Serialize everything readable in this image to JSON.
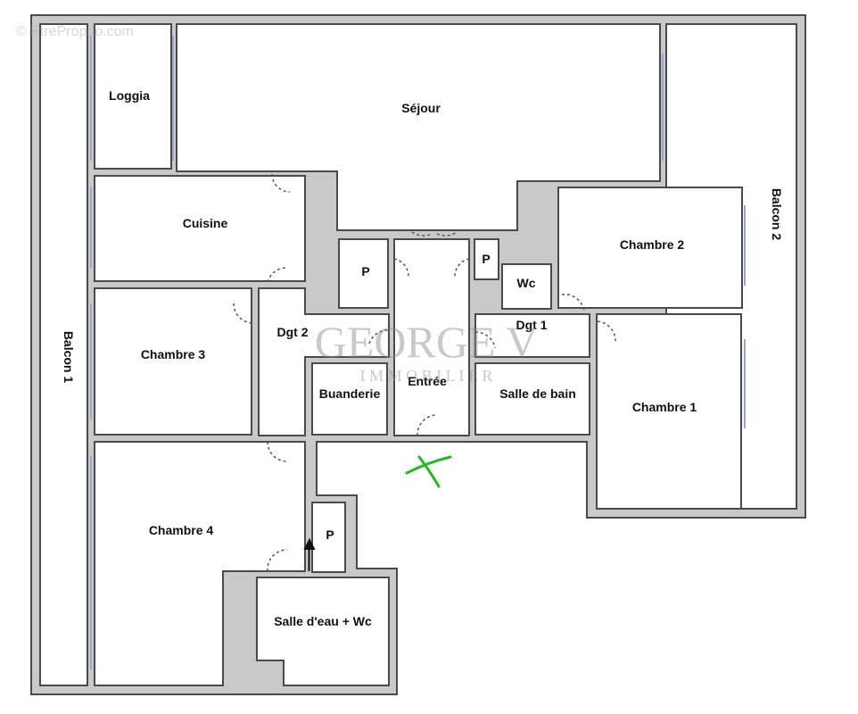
{
  "watermarks": {
    "site": "© EtreProprio.com",
    "agency_main": "GEORGE V",
    "agency_sub": "I M M O B I L I E R"
  },
  "rooms": {
    "balcon1": "Balcon 1",
    "loggia": "Loggia",
    "sejour": "Séjour",
    "balcon2": "Balcon 2",
    "cuisine": "Cuisine",
    "p_left": "P",
    "p_right": "P",
    "wc": "Wc",
    "chambre2": "Chambre 2",
    "chambre3": "Chambre 3",
    "dgt2": "Dgt 2",
    "dgt1": "Dgt 1",
    "buanderie": "Buanderie",
    "entree": "Entrée",
    "salle_de_bain": "Salle de bain",
    "chambre1": "Chambre 1",
    "chambre4": "Chambre 4",
    "p_bottom": "P",
    "salle_eau": "Salle d'eau + Wc"
  },
  "colors": {
    "wall": "#c9c9c9",
    "outline": "#4a4a4a",
    "marker": "#22bb22"
  }
}
